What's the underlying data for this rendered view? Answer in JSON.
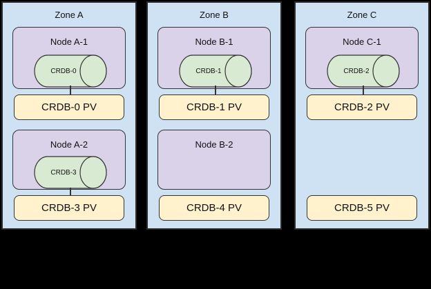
{
  "diagram": {
    "background_color": "#000000",
    "colors": {
      "zone_fill": "#cfe2f3",
      "node_fill": "#d9d2e9",
      "cylinder_fill": "#d9ead3",
      "pv_fill": "#fff2cc",
      "border": "#333333"
    },
    "zones": [
      {
        "label": "Zone A",
        "nodes": [
          {
            "label": "Node A-1",
            "cylinder": "CRDB-0",
            "pv": "CRDB-0 PV",
            "connected": true
          },
          {
            "label": "Node A-2",
            "cylinder": "CRDB-3",
            "pv": "CRDB-3 PV",
            "connected": true
          }
        ]
      },
      {
        "label": "Zone B",
        "nodes": [
          {
            "label": "Node B-1",
            "cylinder": "CRDB-1",
            "pv": "CRDB-1 PV",
            "connected": true
          },
          {
            "label": "Node B-2",
            "cylinder": null,
            "pv": "CRDB-4 PV",
            "connected": false
          }
        ]
      },
      {
        "label": "Zone C",
        "nodes": [
          {
            "label": "Node C-1",
            "cylinder": "CRDB-2",
            "pv": "CRDB-2 PV",
            "connected": true
          },
          {
            "label": null,
            "cylinder": null,
            "pv": "CRDB-5 PV",
            "connected": false
          }
        ]
      }
    ]
  }
}
